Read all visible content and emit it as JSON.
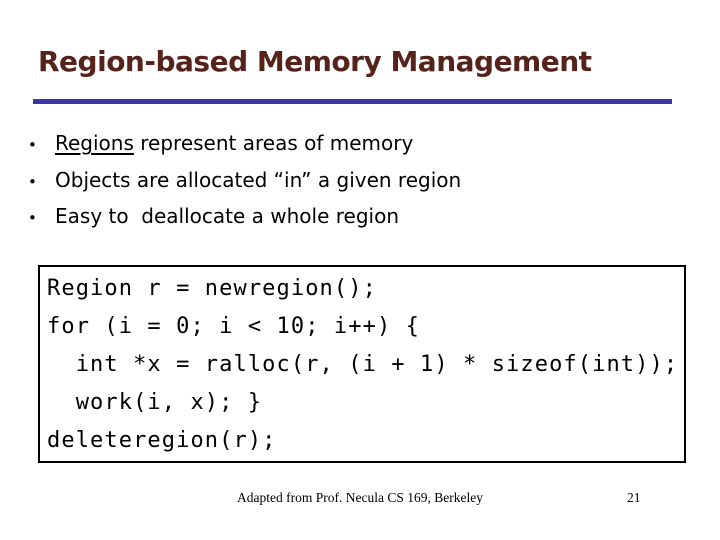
{
  "slide": {
    "title": "Region-based Memory Management",
    "title_color": "#55231a",
    "accent_rule_color": "#3c35a2",
    "bullet_marker": "•",
    "bullets": [
      {
        "underlined": "Regions",
        "text": " represent areas of memory"
      },
      {
        "underlined": "",
        "text": "Objects are allocated “in” a given region"
      },
      {
        "underlined": "",
        "text": "Easy to  deallocate a whole region"
      }
    ],
    "code_lines": [
      "Region r = newregion();",
      "for (i = 0; i < 10; i++) {",
      "  int *x = ralloc(r, (i + 1) * sizeof(int));",
      "  work(i, x); }",
      "deleteregion(r);"
    ],
    "footer": {
      "credit": "Adapted from Prof. Necula CS 169, Berkeley",
      "page_number": "21"
    }
  }
}
